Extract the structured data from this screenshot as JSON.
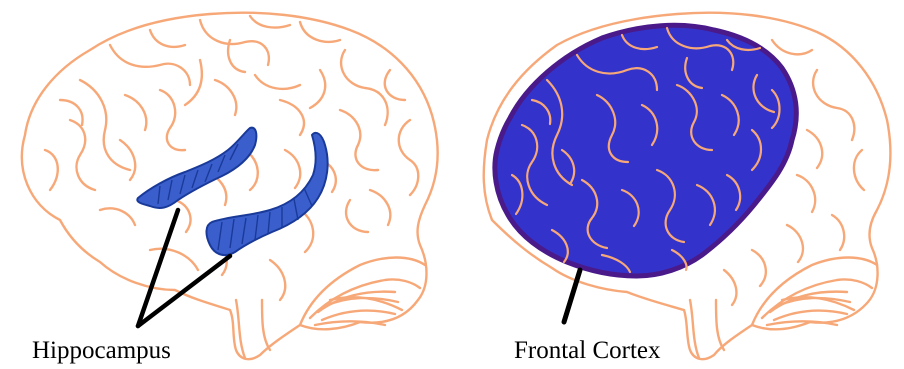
{
  "colors": {
    "brain_outline": "#F7A878",
    "hippocampus_fill": "#3A5FCC",
    "hippocampus_stroke": "#1A3A9A",
    "cortex_fill": "#3333CC",
    "cortex_border": "#4A1A8A",
    "pointer_line": "#000000"
  },
  "panels": [
    {
      "id": "left",
      "label": "Hippocampus",
      "highlight": "hippocampus"
    },
    {
      "id": "right",
      "label": "Frontal Cortex",
      "highlight": "frontal-cortex"
    }
  ]
}
